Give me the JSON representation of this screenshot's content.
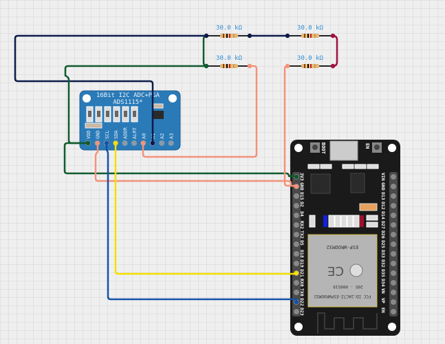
{
  "colors": {
    "grid_bg": "#efefef",
    "grid_line": "#d6d6d6",
    "ads_board": "#2a7ab8",
    "esp_board": "#1a1a1a",
    "wire_navy": "#0b1a4a",
    "wire_green": "#0f5a2e",
    "wire_salmon": "#f4927a",
    "wire_yellow": "#f5e000",
    "wire_blue": "#1450a8",
    "wire_crimson": "#a0103c",
    "resistor_label": "#2f8fd6"
  },
  "resistors": [
    {
      "label": "30.0 kΩ"
    },
    {
      "label": "30.0 kΩ"
    },
    {
      "label": "30.0 kΩ"
    },
    {
      "label": "30.0 kΩ"
    }
  ],
  "ads1115": {
    "title": "16Bit I2C ADC+PGA",
    "subtitle": "ADS1115*",
    "pins": [
      "VDD",
      "GND",
      "SCL",
      "SDA",
      "ADDR",
      "ALRT",
      "A0",
      "A1",
      "A2",
      "A3"
    ]
  },
  "esp32": {
    "boot_label": "BOOT",
    "en_label": "EN",
    "module_name": "ESP-WROOM32",
    "fcc_id": "FCC ID:2AC7Z-ESPWROOM32",
    "cert": "205 - 000519",
    "left_pins": [
      "3V3",
      "GND",
      "D15",
      "D2",
      "D4",
      "RX2",
      "TX2",
      "D5",
      "D18",
      "D19",
      "D21",
      "RX0",
      "TX0",
      "D22",
      "D23"
    ],
    "right_pins": [
      "VIN",
      "GND",
      "D13",
      "D12",
      "D14",
      "D27",
      "D26",
      "D25",
      "D33",
      "D32",
      "D35",
      "D34",
      "VN",
      "VP",
      "EN"
    ]
  },
  "connections": [
    {
      "from": "ADS1115.A1",
      "to": "R1.left",
      "color": "navy"
    },
    {
      "from": "ADS1115.VDD",
      "to": "R3.left",
      "color": "green"
    },
    {
      "from": "ADS1115.VDD",
      "to": "ESP32.3V3",
      "color": "green"
    },
    {
      "from": "ADS1115.A0",
      "to": "R3-R4.mid",
      "color": "salmon"
    },
    {
      "from": "ADS1115.GND",
      "to": "ESP32.GND",
      "color": "salmon"
    },
    {
      "from": "R3-R4.mid",
      "to": "ESP32.GND",
      "color": "salmon"
    },
    {
      "from": "ADS1115.SDA",
      "to": "ESP32.D21",
      "color": "yellow"
    },
    {
      "from": "ADS1115.SCL",
      "to": "ESP32.D22",
      "color": "blue"
    },
    {
      "from": "R2.right",
      "to": "R4.right",
      "color": "crimson"
    }
  ]
}
